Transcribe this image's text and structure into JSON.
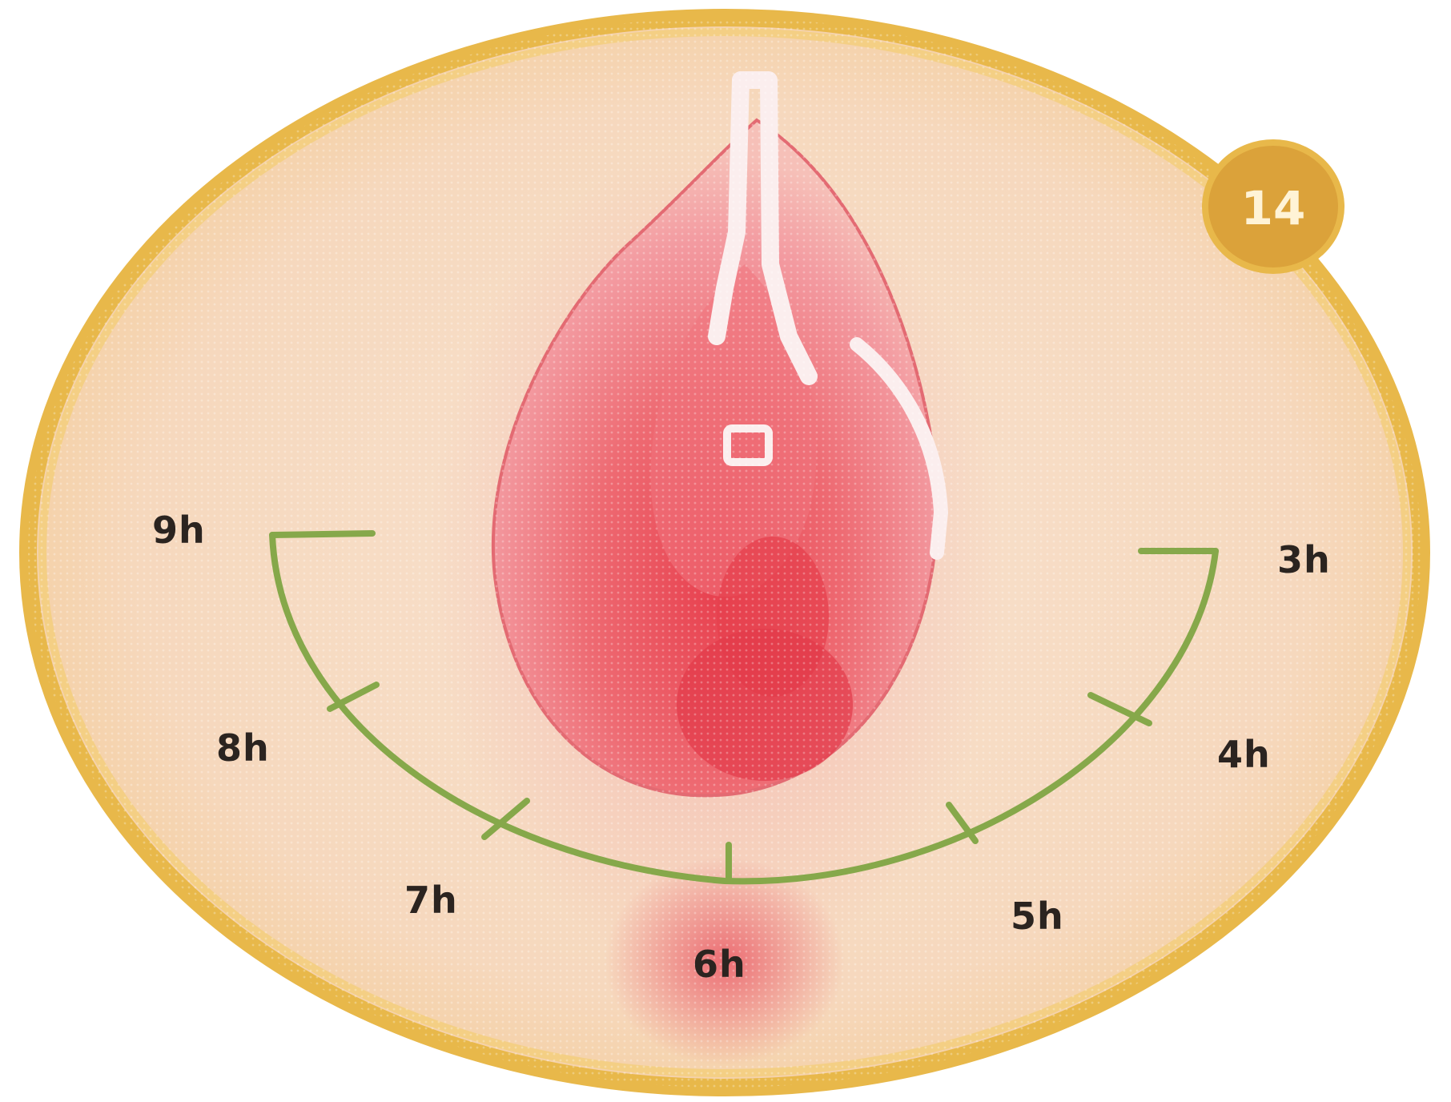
{
  "figure": {
    "badge_number": "14",
    "clock_labels": {
      "h3": "3h",
      "h4": "4h",
      "h5": "5h",
      "h6": "6h",
      "h7": "7h",
      "h8": "8h",
      "h9": "9h"
    },
    "colors": {
      "disc_fill": "#f6dcc4",
      "disc_rim": "#e8b84a",
      "badge_fill": "#dba23a",
      "organ_red": "#e8515c",
      "organ_light": "#f08a90",
      "arc_green": "#86a84a",
      "label_text": "#2b2420"
    }
  }
}
